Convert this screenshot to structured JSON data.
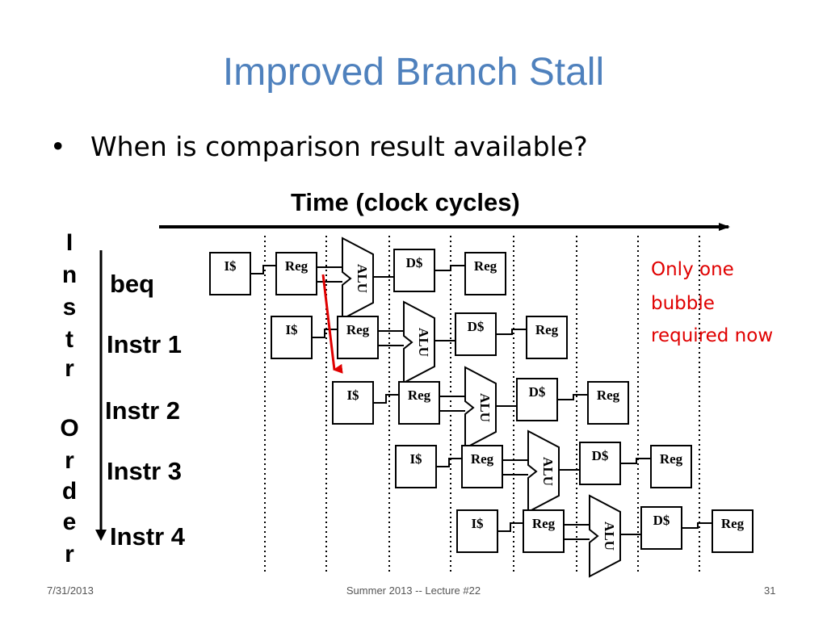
{
  "slide": {
    "title": "Improved Branch Stall",
    "bullet": "When is comparison result available?",
    "bullet_symbol": "•"
  },
  "diagram": {
    "time_label": "Time (clock cycles)",
    "order_label_letters": [
      "I",
      "n",
      "s",
      "t",
      "r",
      "O",
      "r",
      "d",
      "e",
      "r"
    ],
    "instructions": [
      "beq",
      "Instr 1",
      "Instr 2",
      "Instr 3",
      "Instr 4"
    ],
    "stage_labels": {
      "fetch": "I$",
      "decode": "Reg",
      "execute": "ALU",
      "memory": "D$",
      "writeback": "Reg"
    },
    "note_lines": [
      "Only one",
      "bubble",
      "required now"
    ],
    "colors": {
      "title": "#4f81bd",
      "note": "#e00000",
      "arrow": "#e00000"
    }
  },
  "footer": {
    "date": "7/31/2013",
    "center": "Summer 2013 -- Lecture #22",
    "page": "31"
  }
}
